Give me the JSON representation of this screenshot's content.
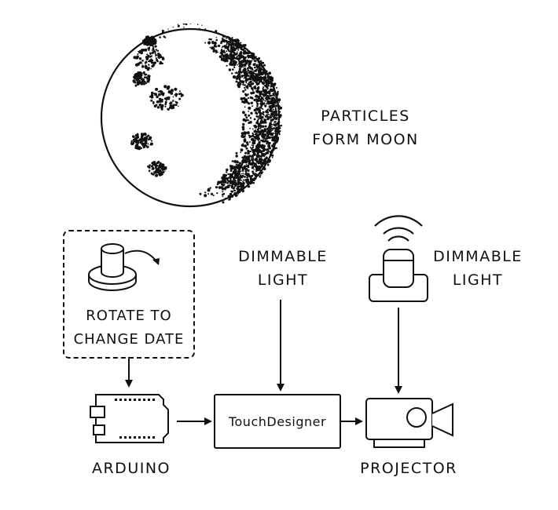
{
  "moon_label": {
    "line1": "PARTICLES",
    "line2": "FORM MOON"
  },
  "knob_label": {
    "line1": "ROTATE TO",
    "line2": "CHANGE DATE"
  },
  "light_center_label": {
    "line1": "DIMMABLE",
    "line2": "LIGHT"
  },
  "light_right_label": {
    "line1": "DIMMABLE",
    "line2": "LIGHT"
  },
  "touchdesigner_label": "TouchDesigner",
  "arduino_label": "ARDUINO",
  "projector_label": "PROJECTOR"
}
